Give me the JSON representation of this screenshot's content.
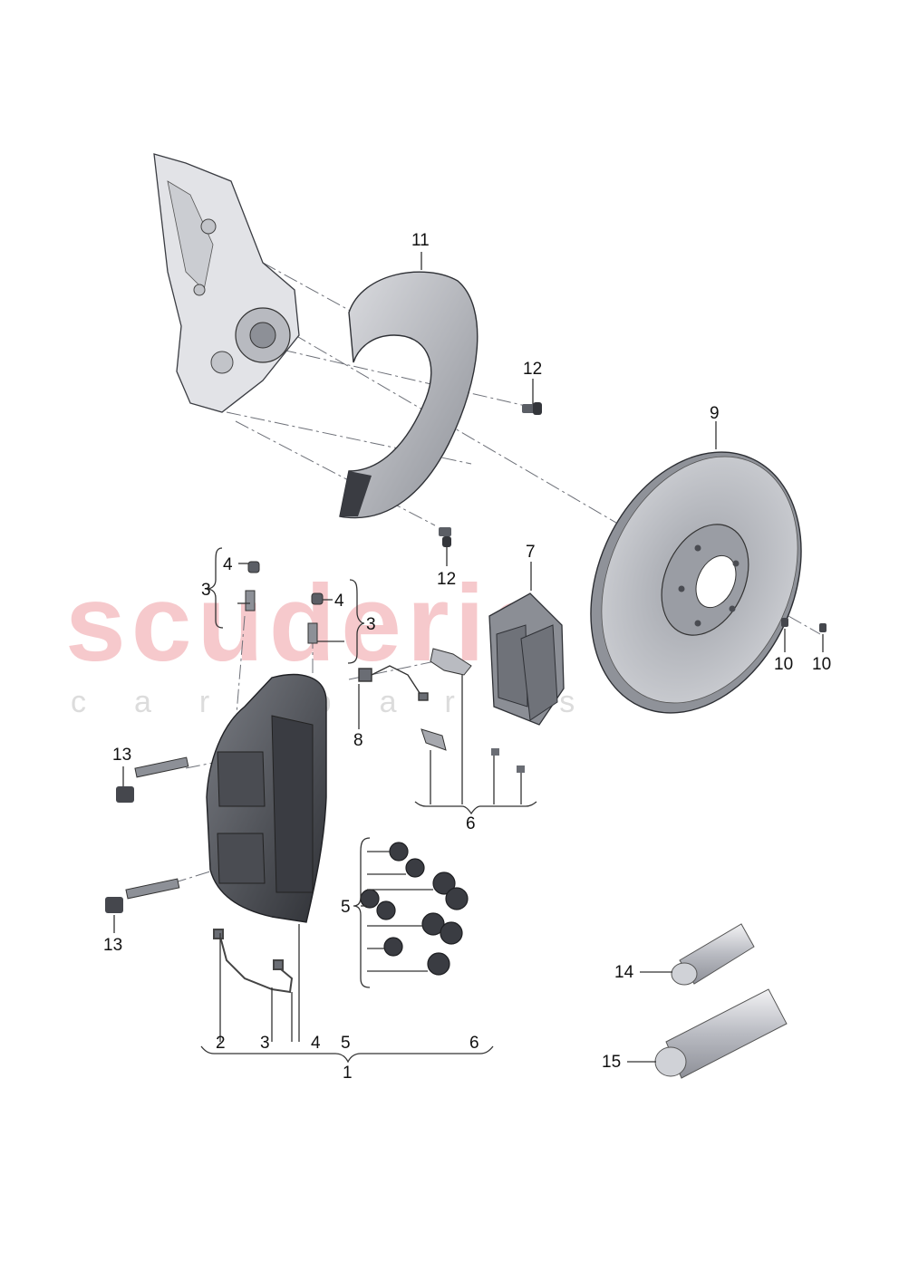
{
  "watermark": {
    "main": "scuderia",
    "sub": "car parts"
  },
  "callouts": {
    "c1": "1",
    "c2": "2",
    "c3_bottom": "3",
    "c3_left": "3",
    "c3_right": "3",
    "c4_bottom": "4",
    "c4_left": "4",
    "c4_right": "4",
    "c5_bottom": "5",
    "c5_left": "5",
    "c6_bottom": "6",
    "c6_mid": "6",
    "c7": "7",
    "c8": "8",
    "c9": "9",
    "c10_a": "10",
    "c10_b": "10",
    "c11": "11",
    "c12_top": "12",
    "c12_bottom": "12",
    "c13_top": "13",
    "c13_bottom": "13",
    "c14": "14",
    "c15": "15"
  }
}
